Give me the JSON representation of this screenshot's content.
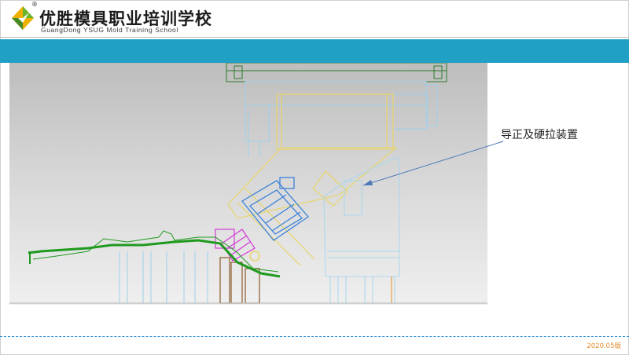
{
  "header": {
    "school_name_cn": "优胜模具职业培训学校",
    "school_name_en": "GuangDong YSUG Mold Training School",
    "registered_mark": "®",
    "logo_icon": "diamond-logo-icon",
    "band_color": "#1fa0c4"
  },
  "slide": {
    "callout_label": "导正及硬拉装置"
  },
  "footer": {
    "version": "2020.05版"
  }
}
